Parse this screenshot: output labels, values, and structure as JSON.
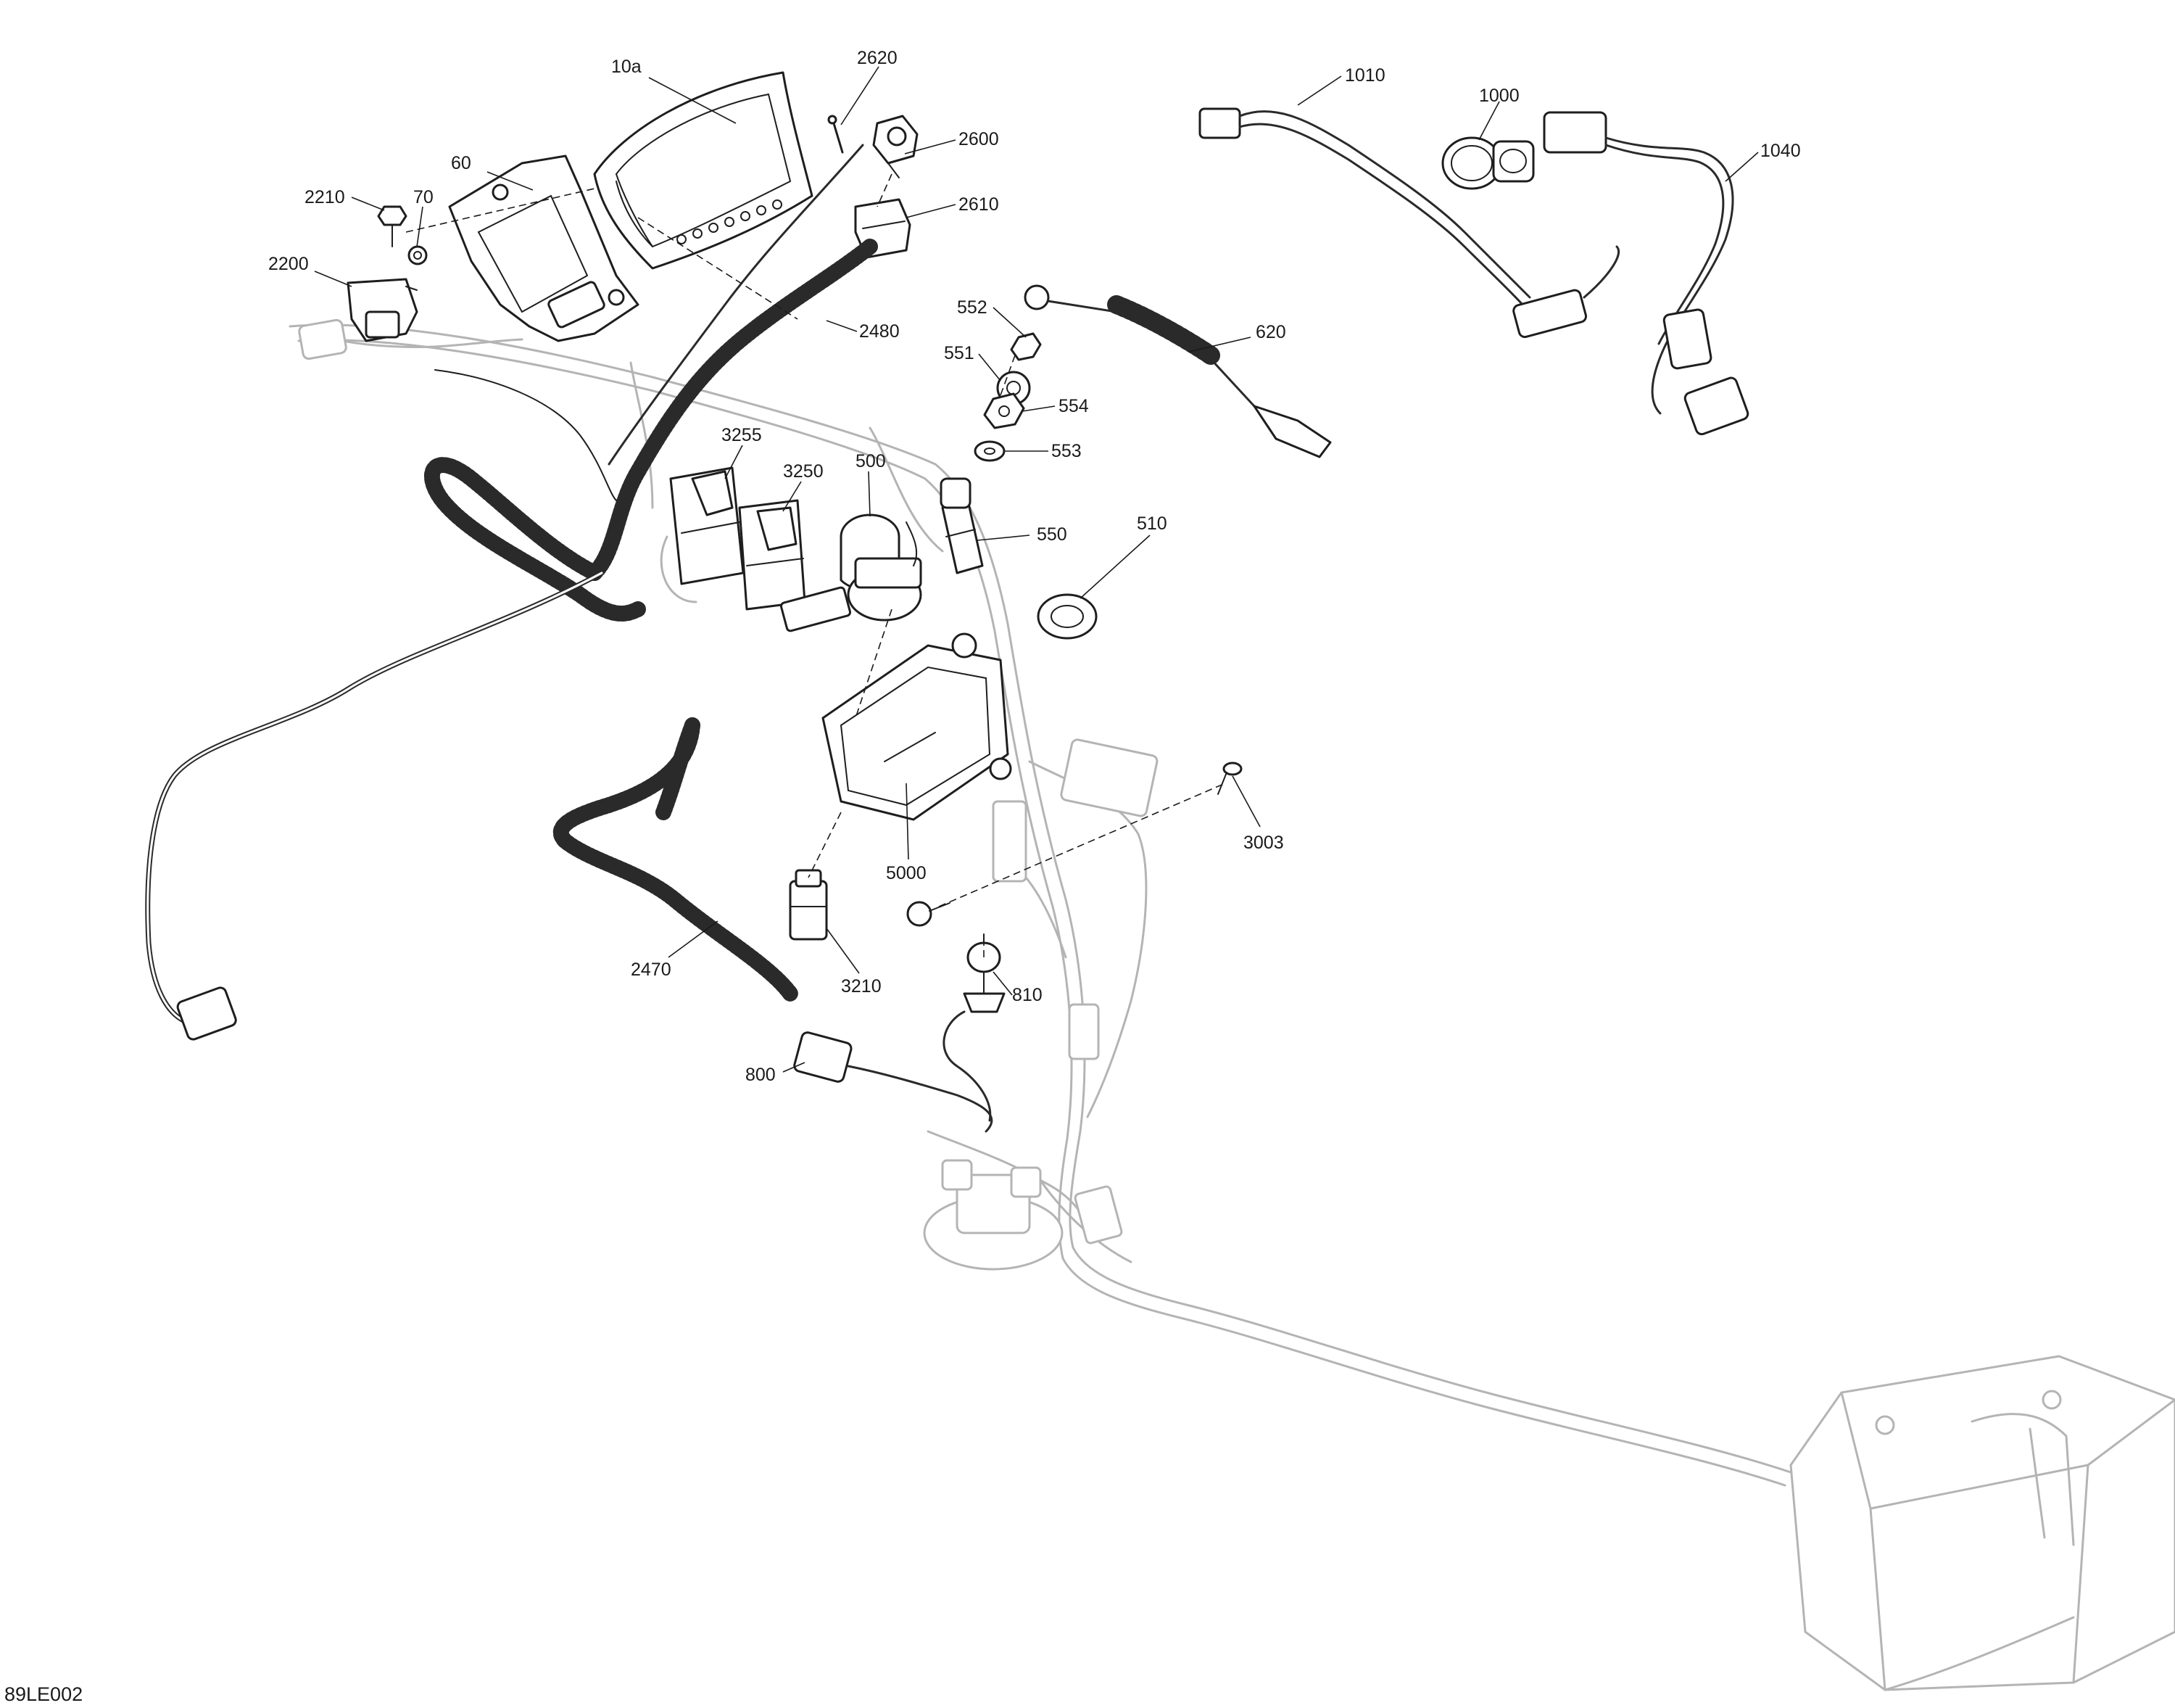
{
  "diagram": {
    "drawing_code": "89LE002",
    "callouts": [
      {
        "id": "10a",
        "label": "10a"
      },
      {
        "id": "2620",
        "label": "2620"
      },
      {
        "id": "2600",
        "label": "2600"
      },
      {
        "id": "60",
        "label": "60"
      },
      {
        "id": "2210",
        "label": "2210"
      },
      {
        "id": "70",
        "label": "70"
      },
      {
        "id": "2610",
        "label": "2610"
      },
      {
        "id": "2200",
        "label": "2200"
      },
      {
        "id": "2480",
        "label": "2480"
      },
      {
        "id": "1010",
        "label": "1010"
      },
      {
        "id": "1000",
        "label": "1000"
      },
      {
        "id": "1040",
        "label": "1040"
      },
      {
        "id": "552",
        "label": "552"
      },
      {
        "id": "620",
        "label": "620"
      },
      {
        "id": "551",
        "label": "551"
      },
      {
        "id": "554",
        "label": "554"
      },
      {
        "id": "553",
        "label": "553"
      },
      {
        "id": "3255",
        "label": "3255"
      },
      {
        "id": "3250",
        "label": "3250"
      },
      {
        "id": "500",
        "label": "500"
      },
      {
        "id": "550",
        "label": "550"
      },
      {
        "id": "510",
        "label": "510"
      },
      {
        "id": "3003",
        "label": "3003"
      },
      {
        "id": "5000",
        "label": "5000"
      },
      {
        "id": "2470",
        "label": "2470"
      },
      {
        "id": "3210",
        "label": "3210"
      },
      {
        "id": "810",
        "label": "810"
      },
      {
        "id": "800",
        "label": "800"
      }
    ]
  }
}
